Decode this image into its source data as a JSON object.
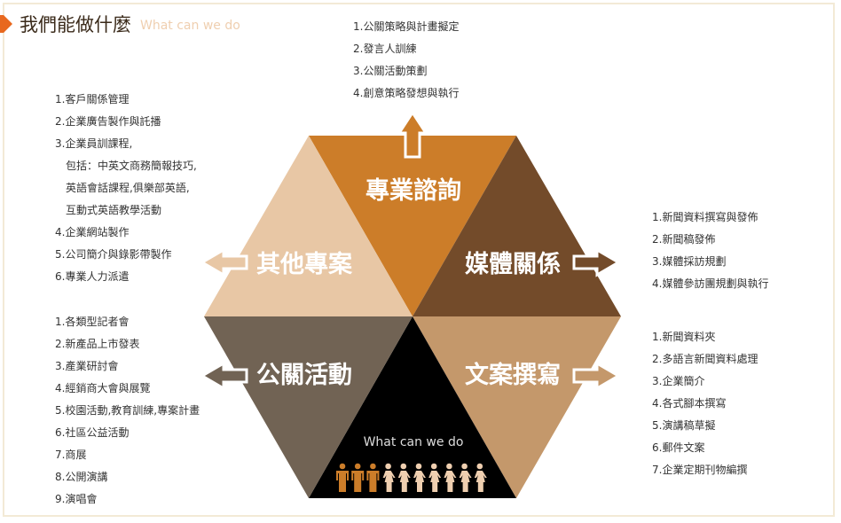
{
  "header": {
    "title": "我們能做什麼",
    "subtitle": "What can we do"
  },
  "colors": {
    "accent": "#e8681e",
    "consulting": "#cc7d29",
    "media": "#734b2a",
    "copywriting": "#c4986b",
    "center": "#000000",
    "events": "#716354",
    "other": "#e8c7a5"
  },
  "segments": {
    "consulting": "專業諮詢",
    "media": "媒體關係",
    "copywriting": "文案撰寫",
    "events": "公關活動",
    "other": "其他專案",
    "center": "What can we do"
  },
  "people_icons": {
    "highlighted": 3,
    "total": 10
  },
  "lists": {
    "consulting": [
      "1.公關策略與計畫擬定",
      "2.發言人訓練",
      "3.公關活動策劃",
      "4.創意策略發想與執行"
    ],
    "other": [
      "1.客戶關係管理",
      "2.企業廣告製作與託播",
      "3.企業員訓課程,",
      "包括：中英文商務簡報技巧,",
      "英語會話課程,俱樂部英語,",
      "互動式英語教學活動",
      "4.企業網站製作",
      "5.公司簡介與錄影帶製作",
      "6.專業人力派遣"
    ],
    "media": [
      "1.新聞資料撰寫與發佈",
      "2.新聞稿發佈",
      "3.媒體採訪規劃",
      "4.媒體參訪團規劃與執行"
    ],
    "events": [
      "1.各類型記者會",
      "2.新產品上市發表",
      "3.產業研討會",
      "4.經銷商大會與展覽",
      "5.校園活動,教育訓練,專案計畫",
      "6.社區公益活動",
      "7.商展",
      "8.公開演講",
      "9.演唱會"
    ],
    "copywriting": [
      "1.新聞資料夾",
      "2.多語言新聞資料處理",
      "3.企業簡介",
      "4.各式腳本撰寫",
      "5.演講稿草擬",
      "6.郵件文案",
      "7.企業定期刊物編撰"
    ]
  }
}
